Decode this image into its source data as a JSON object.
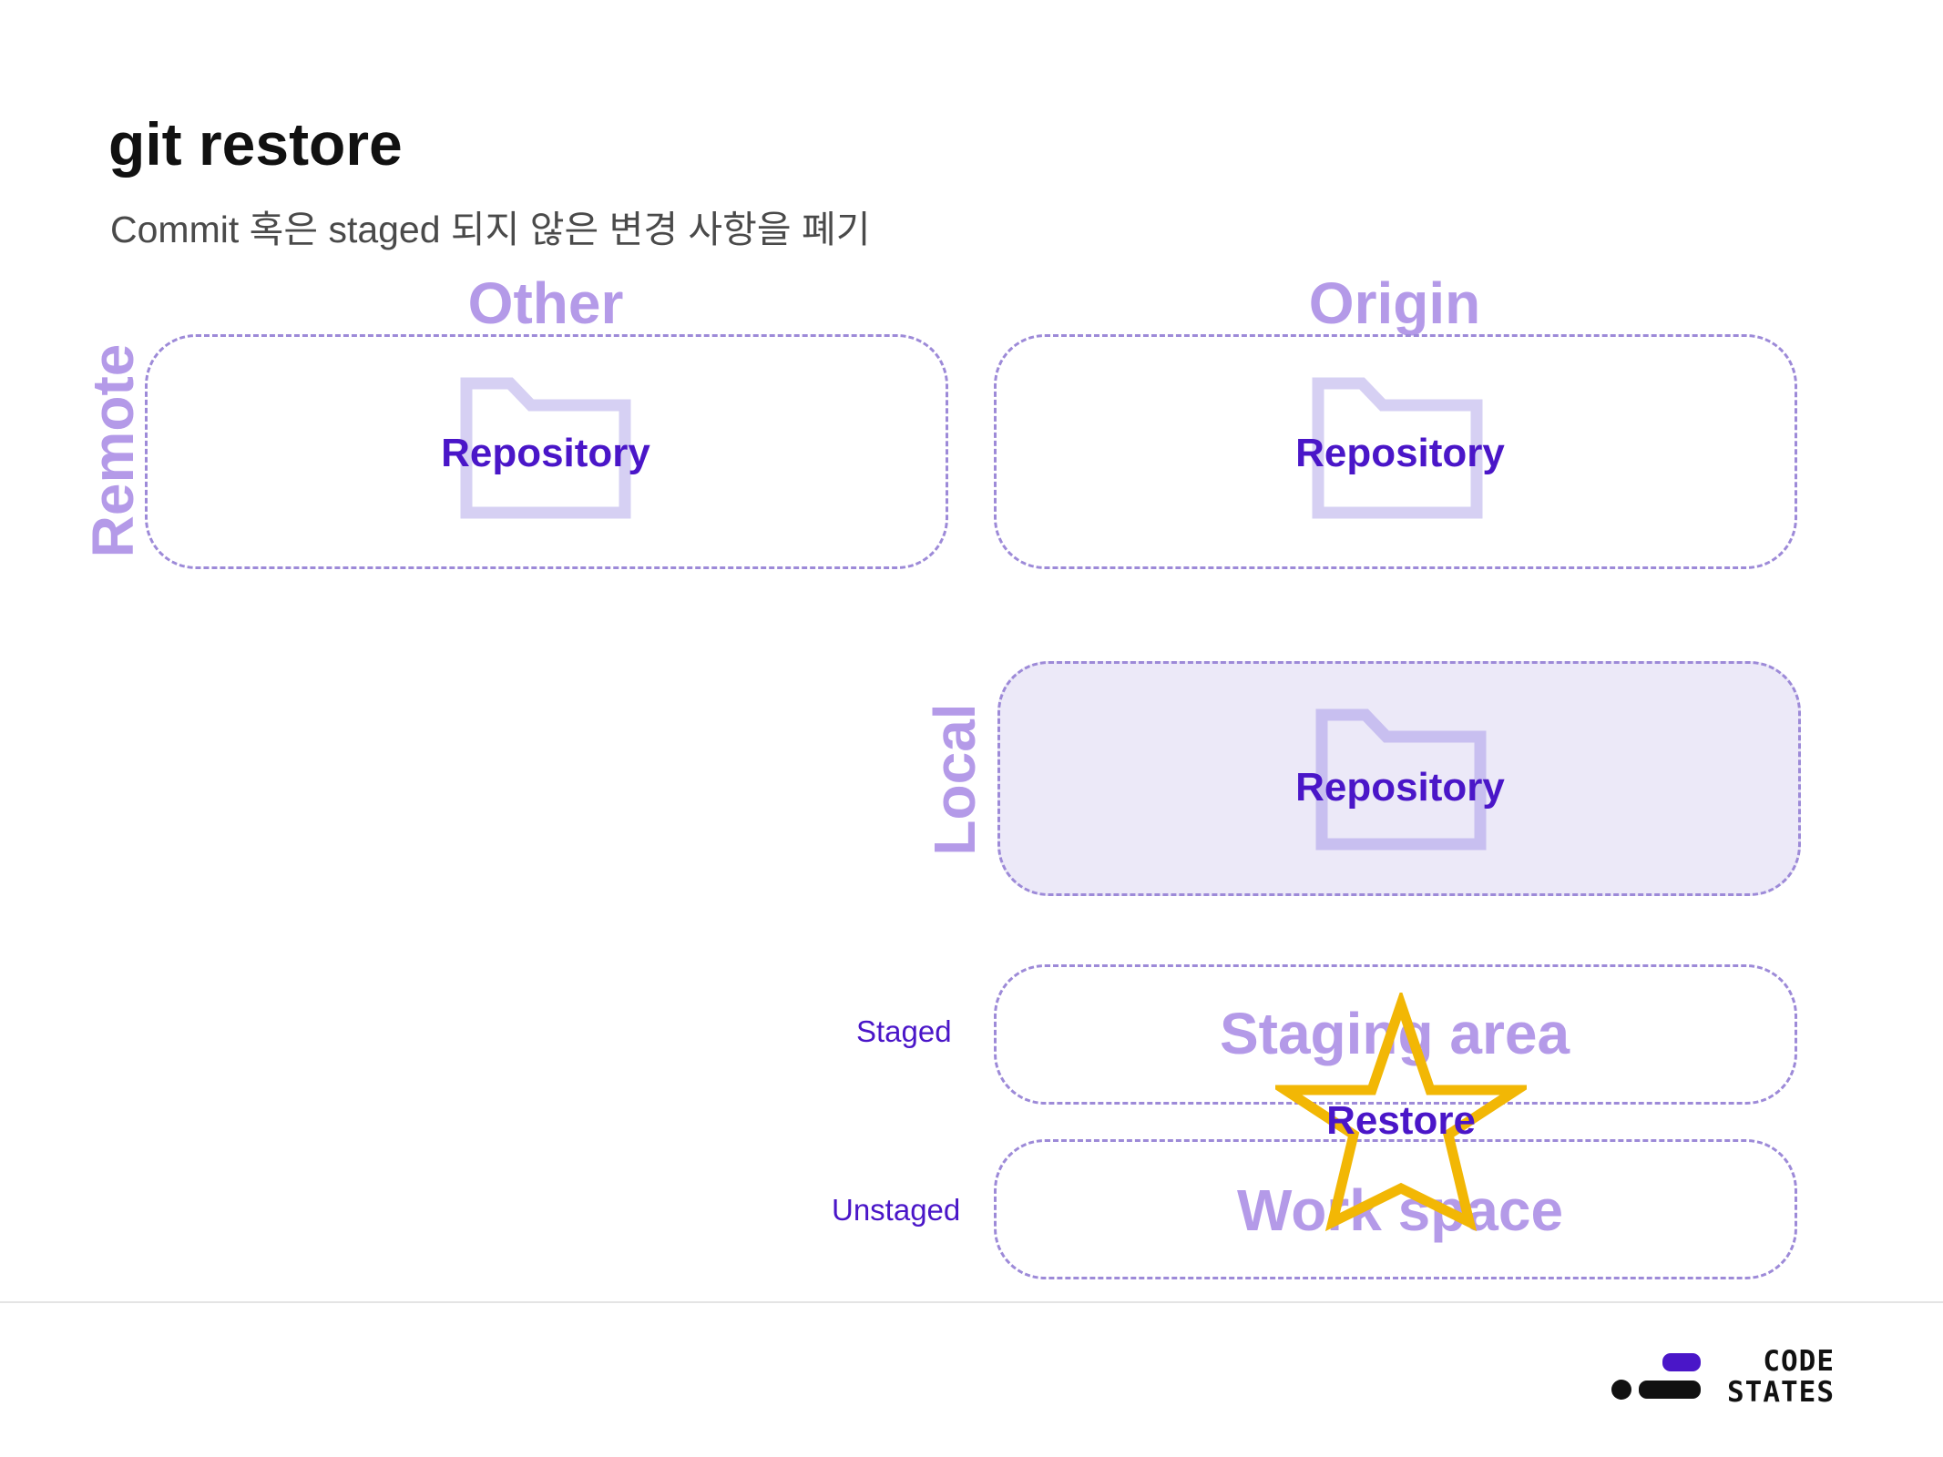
{
  "slide": {
    "title": "git restore",
    "subtitle": "Commit 혹은 staged 되지 않은 변경 사항을 폐기"
  },
  "diagram": {
    "remote_label": "Remote",
    "local_label": "Local",
    "other": {
      "label": "Other",
      "repo_label": "Repository"
    },
    "origin": {
      "label": "Origin",
      "repo_label": "Repository"
    },
    "local_repo": {
      "repo_label": "Repository"
    },
    "staging": {
      "label": "Staging area",
      "side_label": "Staged"
    },
    "workspace": {
      "label": "Work space",
      "side_label": "Unstaged"
    },
    "action": {
      "label": "Restore"
    },
    "colors": {
      "border": "#9d8ad8",
      "accent_text": "#4a16c8",
      "label_text": "#b49ae8",
      "folder": "#d6d0f3",
      "local_fill": "#ece9f8",
      "star": "#f2b705"
    },
    "icons": {
      "repository": "folder-icon",
      "action": "star-icon"
    }
  },
  "brand": {
    "line1": "CODE",
    "line2": "STATES"
  }
}
